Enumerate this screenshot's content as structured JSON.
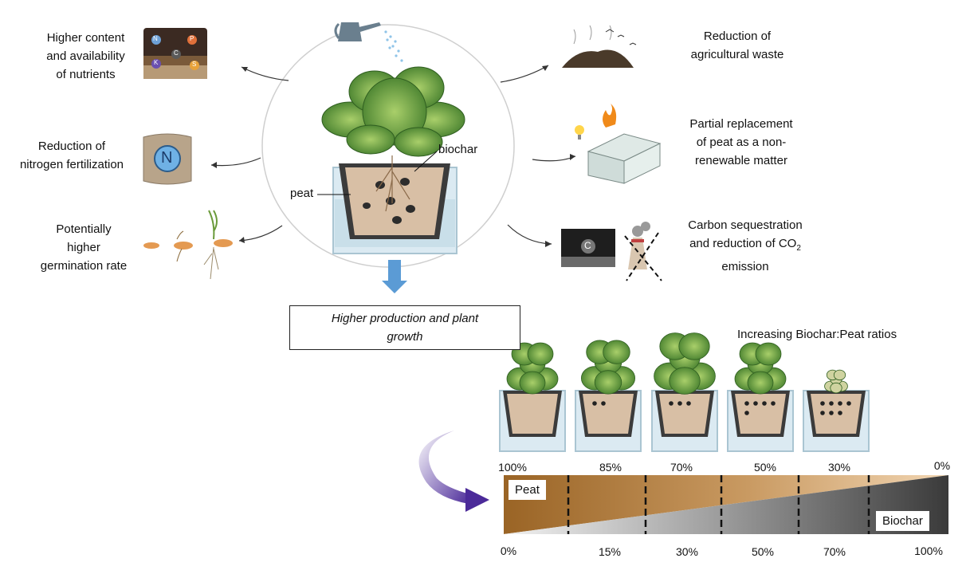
{
  "left_benefits": [
    {
      "text": "Higher content\nand availability\nof nutrients",
      "icon": "soil-nutrients-icon",
      "nutrients": [
        "N",
        "P",
        "C",
        "K",
        "S"
      ]
    },
    {
      "text": "Reduction of\nnitrogen fertilization",
      "icon": "fertilizer-bag-icon",
      "bag_letter": "N"
    },
    {
      "text": "Potentially\nhigher\ngermination rate",
      "icon": "germinating-seed-icon"
    }
  ],
  "right_benefits": [
    {
      "text": "Reduction of\nagricultural waste",
      "icon": "waste-pile-icon"
    },
    {
      "text": "Partial replacement\nof peat as a non-\nrenewable matter",
      "icon": "greenhouse-icon"
    },
    {
      "text_line1": "Carbon sequestration",
      "text_line2_pre": "and reduction of  CO",
      "text_line2_sub": "2",
      "text_line3": "emission",
      "icon": "carbon-soil-icon",
      "carbon_letter": "C"
    }
  ],
  "center": {
    "peat_label": "peat",
    "biochar_label": "biochar",
    "icon": "potted-lettuce-icon"
  },
  "result_box": "Higher production and plant\ngrowth",
  "ratios_title": "Increasing Biochar:Peat ratios",
  "peat_percentages": [
    "100%",
    "85%",
    "70%",
    "50%",
    "30%",
    "0%"
  ],
  "biochar_percentages": [
    "0%",
    "15%",
    "30%",
    "50%",
    "70%",
    "100%"
  ],
  "gradient": {
    "peat_label": "Peat",
    "biochar_label": "Biochar",
    "peat_color": "#9a6425",
    "biochar_color": "#3d3d3d"
  }
}
